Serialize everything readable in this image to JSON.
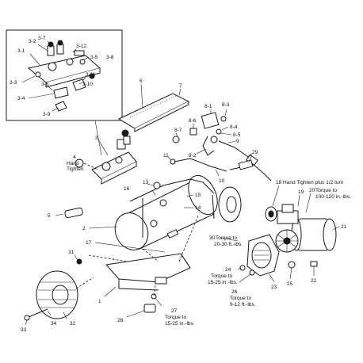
{
  "labels": {
    "l3_1": "3-1",
    "l3_2": "3-2",
    "l3_7": "3-7",
    "l3_12": "3-12",
    "l3_5": "3-5",
    "l3_8": "3-8",
    "l3_3": "3-3",
    "l3_6": "3-6",
    "l3_11": "3-11",
    "l3_4": "3-4",
    "l3_10": "3-10",
    "l3_9": "3-9",
    "l6": "6",
    "l7": "7",
    "l8_1": "8-1",
    "l8_3": "8-3",
    "l8_7": "8-7",
    "l8_6": "8-6",
    "l8_4": "8-4",
    "l8_5": "8-5",
    "l9": "9",
    "l8_2": "8-2",
    "l29": "29",
    "l3": "3",
    "l4": "4",
    "l4_note1": "Hand",
    "l4_note2": "Tighten",
    "l11": "11",
    "l10": "10",
    "l13": "13",
    "l16": "16",
    "l15": "15",
    "l14": "14",
    "l18": "18 Hand Tighten plus 1/2 turn",
    "l19": "19",
    "l20": "20",
    "l20_note1": "Torque to",
    "l20_note2": "100-120 in.-lbs.",
    "l21": "21",
    "l5": "5",
    "l2": "2",
    "l30": "30",
    "l30_note1": "Torque to",
    "l30_note2": "20-30 ft.-lbs.",
    "l17": "17",
    "l31": "31",
    "l24": "24",
    "l24_note1": "Torque to",
    "l24_note2": "15-25 in.-lbs.",
    "l26": "26",
    "l26_note1": "Torque to",
    "l26_note2": "9-12 ft.-lbs.",
    "l23": "23",
    "l25": "25",
    "l22": "22",
    "l1": "1",
    "l27": "27",
    "l27_note1": "Torque to",
    "l27_note2": "15-25 in.-lbs.",
    "l28": "28",
    "l33": "33",
    "l34": "34",
    "l32": "32"
  }
}
